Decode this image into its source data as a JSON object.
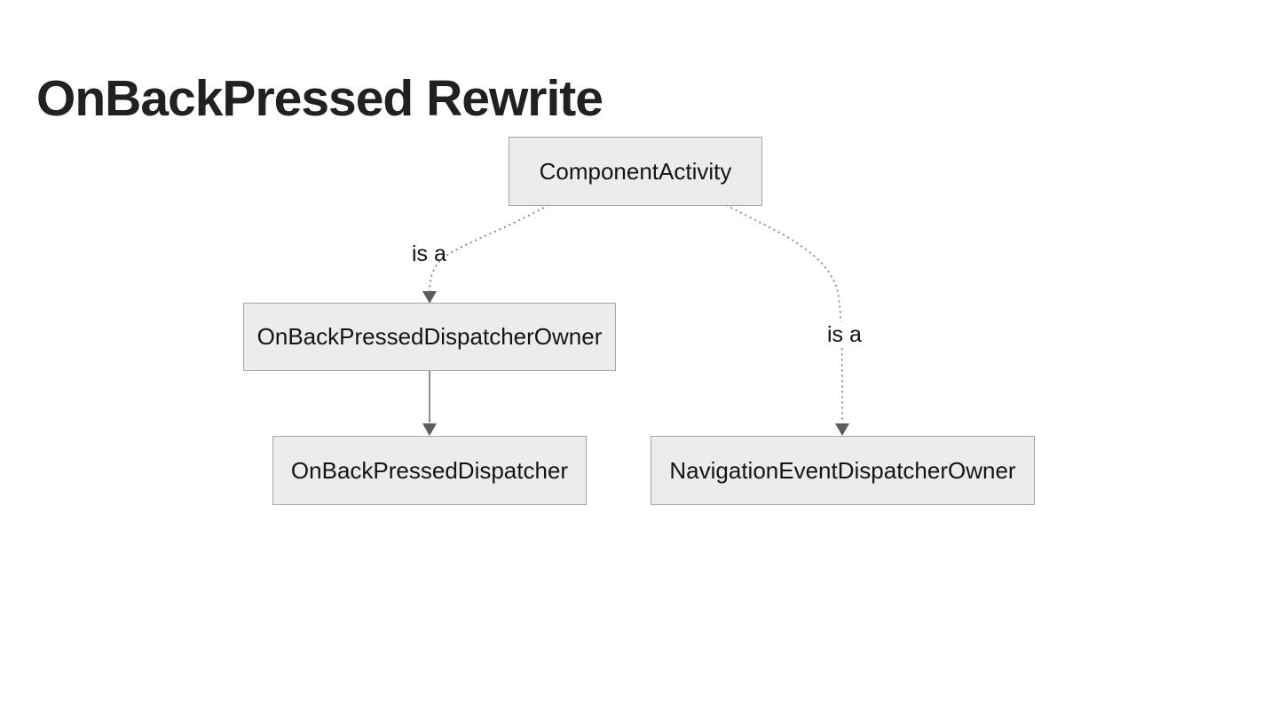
{
  "slide": {
    "title": "OnBackPressed Rewrite"
  },
  "diagram": {
    "type": "flowchart-top-down",
    "nodes": [
      {
        "id": "componentActivity",
        "label": "ComponentActivity"
      },
      {
        "id": "onBackPressedDispatcherOwner",
        "label": "OnBackPressedDispatcherOwner"
      },
      {
        "id": "onBackPressedDispatcher",
        "label": "OnBackPressedDispatcher"
      },
      {
        "id": "navigationEventDispatcherOwner",
        "label": "NavigationEventDispatcherOwner"
      }
    ],
    "edges": [
      {
        "from": "ComponentActivity",
        "to": "OnBackPressedDispatcherOwner",
        "label": "is a",
        "style": "dotted-arrow"
      },
      {
        "from": "ComponentActivity",
        "to": "NavigationEventDispatcherOwner",
        "label": "is a",
        "style": "dotted-arrow"
      },
      {
        "from": "OnBackPressedDispatcherOwner",
        "to": "OnBackPressedDispatcher",
        "label": "",
        "style": "solid-arrow"
      }
    ],
    "colors": {
      "node_fill": "#ececec",
      "node_border": "#a6a6a6",
      "edge_stroke": "#808080",
      "arrowhead_fill": "#5b5d5f",
      "node_text": "#141414",
      "title_text": "#212121",
      "background": "#ffffff"
    }
  }
}
